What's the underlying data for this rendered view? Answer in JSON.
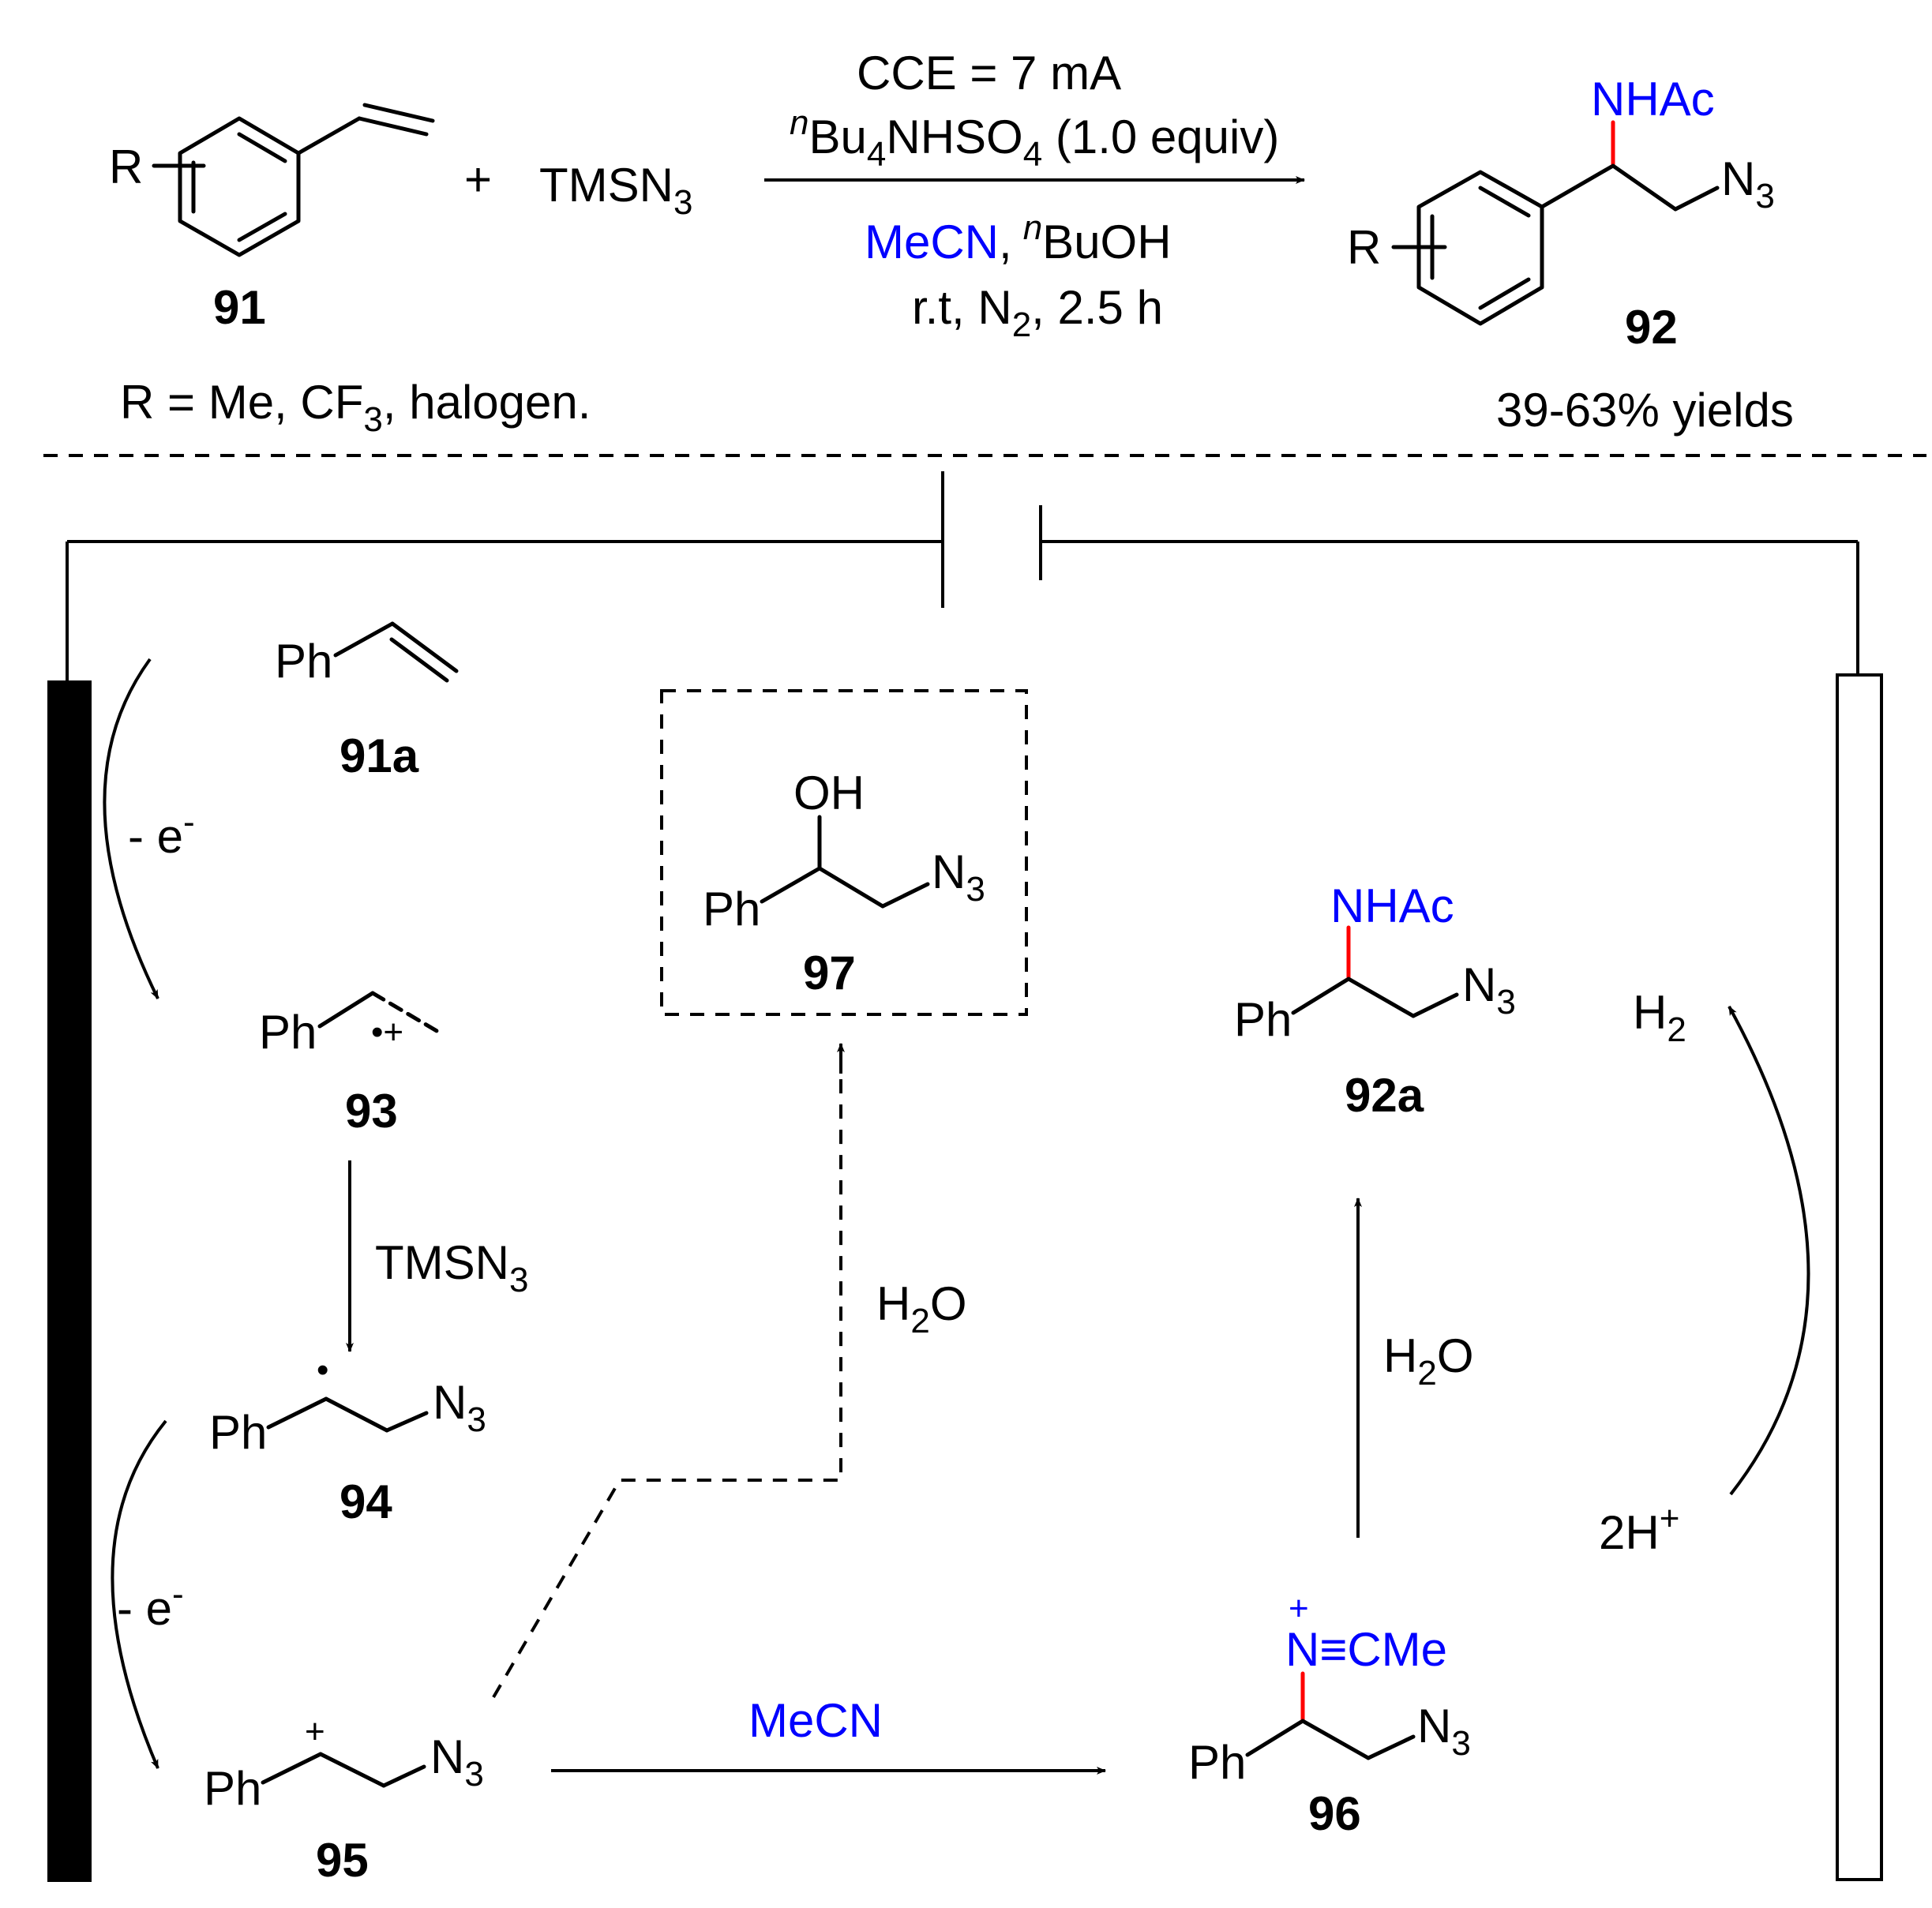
{
  "colors": {
    "blue": "#0000ff",
    "red": "#ff0000",
    "black": "#000000"
  },
  "top": {
    "compound_91": "91",
    "compound_92": "92",
    "plus": "+",
    "R": "R",
    "reagent_TMS": "TMS",
    "reagent_N": "N",
    "reagent_N_sub": "3",
    "condition_1": "CCE = 7 mA",
    "condition_2_sup": "n",
    "condition_2_a": "Bu",
    "condition_2_sub1": "4",
    "condition_2_b": "NHSO",
    "condition_2_sub2": "4",
    "condition_2_c": " (1.0 equiv)",
    "condition_3_blue": "MeCN",
    "condition_3_comma": ",",
    "condition_3_sup": "n",
    "condition_3_rest": "BuOH",
    "condition_4_a": "r.t, N",
    "condition_4_sub": "2",
    "condition_4_b": ", 2.5 h",
    "product_NHAc": "NHAc",
    "product_N": "N",
    "product_N_sub": "3",
    "scope_a": "R = Me, CF",
    "scope_sub": "3",
    "scope_b": ", halogen.",
    "yields": "39-63% yields"
  },
  "mechanism": {
    "compound_91a": "91a",
    "compound_93": "93",
    "compound_94": "94",
    "compound_95": "95",
    "compound_96": "96",
    "compound_97": "97",
    "compound_92a": "92a",
    "Ph": "Ph",
    "OH": "OH",
    "NHAc": "NHAc",
    "N": "N",
    "N_sub": "3",
    "minus_e": "- e",
    "minus_sup": "-",
    "radical_cation": "•+",
    "radical_dot": "•",
    "cation_plus": "+",
    "step_TMS": "TMSN",
    "step_TMS_sub": "3",
    "water_H": "H",
    "water_sub": "2",
    "water_O": "O",
    "mecn": "MeCN",
    "nitrilium": "N≡CMe",
    "nitrilium_plus": "+",
    "hydrogen_H": "H",
    "hydrogen_sub": "2",
    "protons": "2H",
    "protons_sup": "+"
  }
}
